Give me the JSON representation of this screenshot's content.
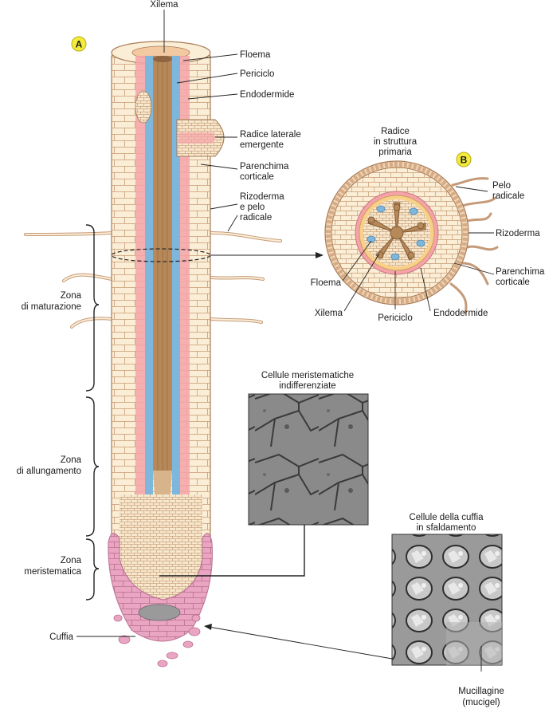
{
  "colors": {
    "cell_fill": "#fbeed6",
    "cell_stroke": "#c89a74",
    "xylem": "#b78858",
    "phloem": "#7fb6dc",
    "pericycle": "#f5a3a8",
    "pink_tip": "#eaa5c2",
    "badge": "#f4ec3c",
    "micrograph_bg": "#8e8e8e"
  },
  "badges": {
    "a": "A",
    "b": "B"
  },
  "panel_a": {
    "labels": {
      "xilema": "Xilema",
      "floema": "Floema",
      "periciclo": "Periciclo",
      "endodermide": "Endodermide",
      "radice_laterale_1": "Radice laterale",
      "radice_laterale_2": "emergente",
      "parenchima_1": "Parenchima",
      "parenchima_2": "corticale",
      "rizoderma_1": "Rizoderma",
      "rizoderma_2": "e pelo",
      "rizoderma_3": "radicale",
      "cuffia": "Cuffia"
    },
    "zones": {
      "maturazione_1": "Zona",
      "maturazione_2": "di maturazione",
      "allungamento_1": "Zona",
      "allungamento_2": "di allungamento",
      "meristematica_1": "Zona",
      "meristematica_2": "meristematica"
    }
  },
  "panel_b": {
    "title_1": "Radice",
    "title_2": "in struttura",
    "title_3": "primaria",
    "labels": {
      "pelo_1": "Pelo",
      "pelo_2": "radicale",
      "rizoderma": "Rizoderma",
      "parenchima_1": "Parenchima",
      "parenchima_2": "corticale",
      "floema": "Floema",
      "xilema": "Xilema",
      "periciclo": "Periciclo",
      "endodermide": "Endodermide"
    }
  },
  "micrographs": {
    "meristematic_1": "Cellule meristematiche",
    "meristematic_2": "indifferenziate",
    "cap_1": "Cellule della cuffia",
    "cap_2": "in sfaldamento",
    "mucilage_1": "Mucillagine",
    "mucilage_2": "(mucigel)"
  }
}
